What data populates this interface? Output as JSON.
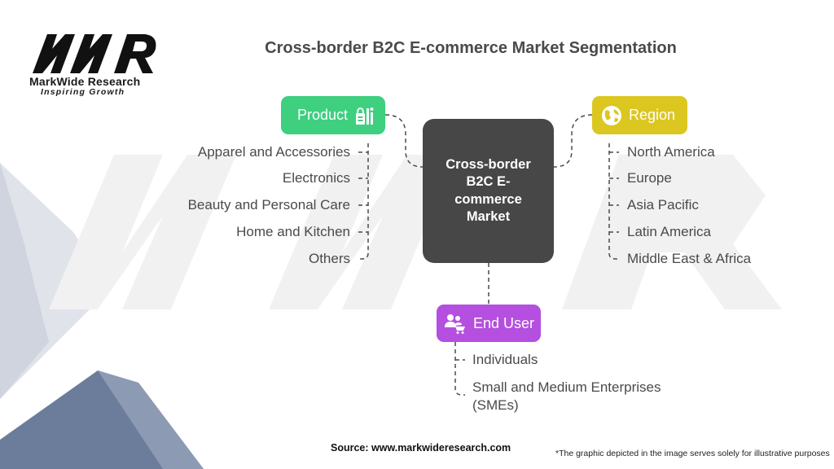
{
  "brand": {
    "logo_text": "MWR",
    "name": "MarkWide Research",
    "tagline": "Inspiring Growth"
  },
  "title": "Cross-border B2C E-commerce Market Segmentation",
  "center_label": "Cross-border B2C E-commerce Market",
  "segments": {
    "product": {
      "label": "Product",
      "color": "#3ecf7f",
      "icon": "shopping-bags-icon",
      "items": [
        "Apparel and Accessories",
        "Electronics",
        "Beauty and Personal Care",
        "Home and Kitchen",
        "Others"
      ]
    },
    "region": {
      "label": "Region",
      "color": "#dcc620",
      "icon": "globe-icon",
      "items": [
        "North America",
        "Europe",
        "Asia Pacific",
        "Latin America",
        "Middle East & Africa"
      ]
    },
    "end_user": {
      "label": "End User",
      "color": "#b44fe0",
      "icon": "users-cart-icon",
      "items": [
        "Individuals",
        "Small and Medium Enterprises (SMEs)"
      ]
    }
  },
  "source": "Source: www.markwideresearch.com",
  "note": "*The graphic depicted in the image serves solely for illustrative purposes"
}
